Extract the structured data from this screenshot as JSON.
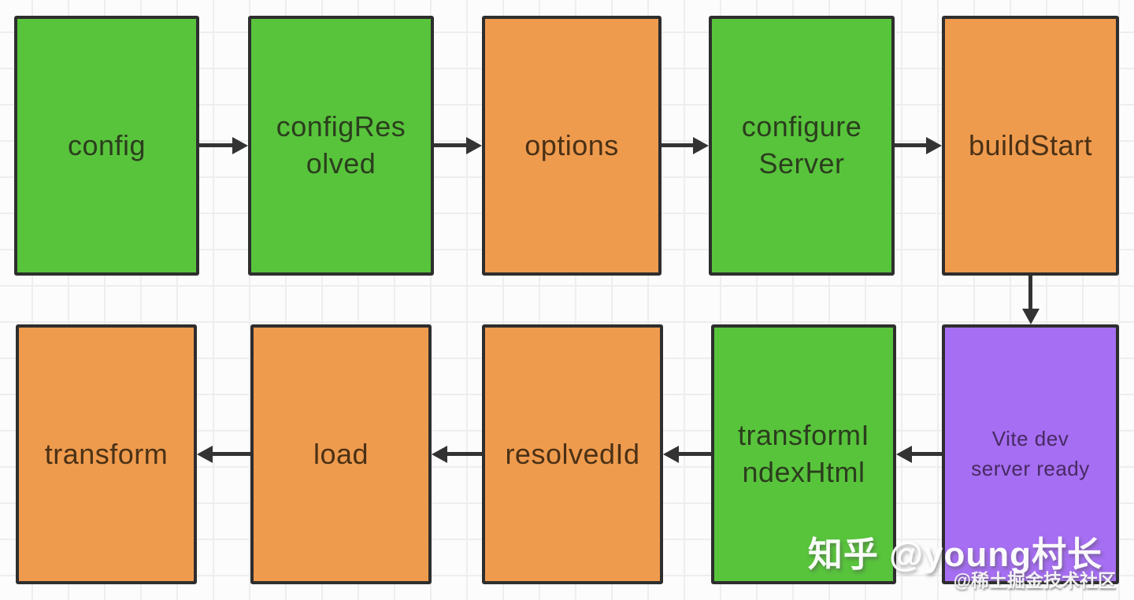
{
  "diagram_type": "flowchart",
  "nodes": [
    {
      "id": "config",
      "label": "config",
      "color": "green"
    },
    {
      "id": "configResolved",
      "label": "configRes\nolved",
      "color": "green"
    },
    {
      "id": "options",
      "label": "options",
      "color": "orange"
    },
    {
      "id": "configureServer",
      "label": "configure\nServer",
      "color": "green"
    },
    {
      "id": "buildStart",
      "label": "buildStart",
      "color": "orange"
    },
    {
      "id": "transform",
      "label": "transform",
      "color": "orange"
    },
    {
      "id": "load",
      "label": "load",
      "color": "orange"
    },
    {
      "id": "resolvedId",
      "label": "resolvedId",
      "color": "orange"
    },
    {
      "id": "transformIndexHtml",
      "label": "transformI\nndexHtml",
      "color": "green"
    },
    {
      "id": "viteDevServerReady",
      "label": "Vite dev\nserver ready",
      "color": "purple"
    }
  ],
  "edges": [
    {
      "from": "config",
      "to": "configResolved",
      "direction": "right"
    },
    {
      "from": "configResolved",
      "to": "options",
      "direction": "right"
    },
    {
      "from": "options",
      "to": "configureServer",
      "direction": "right"
    },
    {
      "from": "configureServer",
      "to": "buildStart",
      "direction": "right"
    },
    {
      "from": "buildStart",
      "to": "viteDevServerReady",
      "direction": "down"
    },
    {
      "from": "viteDevServerReady",
      "to": "transformIndexHtml",
      "direction": "left"
    },
    {
      "from": "transformIndexHtml",
      "to": "resolvedId",
      "direction": "left"
    },
    {
      "from": "resolvedId",
      "to": "load",
      "direction": "left"
    },
    {
      "from": "load",
      "to": "transform",
      "direction": "left"
    }
  ],
  "watermark": {
    "line1": "知乎 @young村长",
    "line2": "@稀土掘金技术社区"
  },
  "colors": {
    "node_green": "#58c43c",
    "node_orange": "#ef9b4e",
    "node_purple": "#a66ef2",
    "node_border": "#2e2e2e",
    "text_on_green": "#2b3e1d",
    "text_on_orange": "#4a3115",
    "text_on_purple": "#472a63",
    "arrow": "#333333",
    "background": "#fcfcfc",
    "grid_line": "#eeeeee",
    "watermark_text": "#ffffff"
  }
}
